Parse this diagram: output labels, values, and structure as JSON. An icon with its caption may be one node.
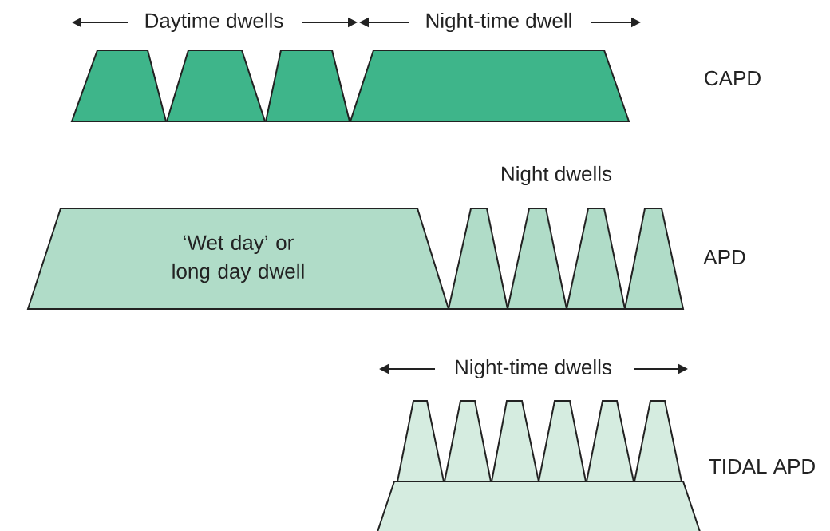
{
  "diagram": {
    "nodes": [
      {
        "text": [],
        "shape": "trapezoid"
      },
      {
        "text": [],
        "shape": "trapezoid"
      },
      {
        "text": [],
        "shape": "trapezoid"
      },
      {
        "text": [],
        "shape": "trapezoid"
      },
      {
        "text": [
          "‘Wet day’ or long day dwell"
        ]
      },
      {
        "text": [],
        "shape": "trapezoid"
      },
      {
        "text": [],
        "shape": "trapezoid"
      },
      {
        "text": [],
        "shape": "trapezoid"
      },
      {
        "text": [],
        "shape": "trapezoid"
      },
      {
        "text": [],
        "shape": "trapezoid"
      },
      {
        "text": [],
        "shape": "trapezoid"
      },
      {
        "text": [],
        "shape": "trapezoid"
      },
      {
        "text": [],
        "shape": "trapezoid"
      },
      {
        "text": [],
        "shape": "trapezoid"
      },
      {
        "text": [],
        "shape": "trapezoid"
      },
      {
        "text": [],
        "shape": "trapezoid"
      }
    ],
    "labels": [
      "Daytime dwells",
      "Night-time dwell",
      "CAPD",
      "Night dwells",
      "APD",
      "Night-time dwells",
      "TIDAL APD"
    ]
  }
}
